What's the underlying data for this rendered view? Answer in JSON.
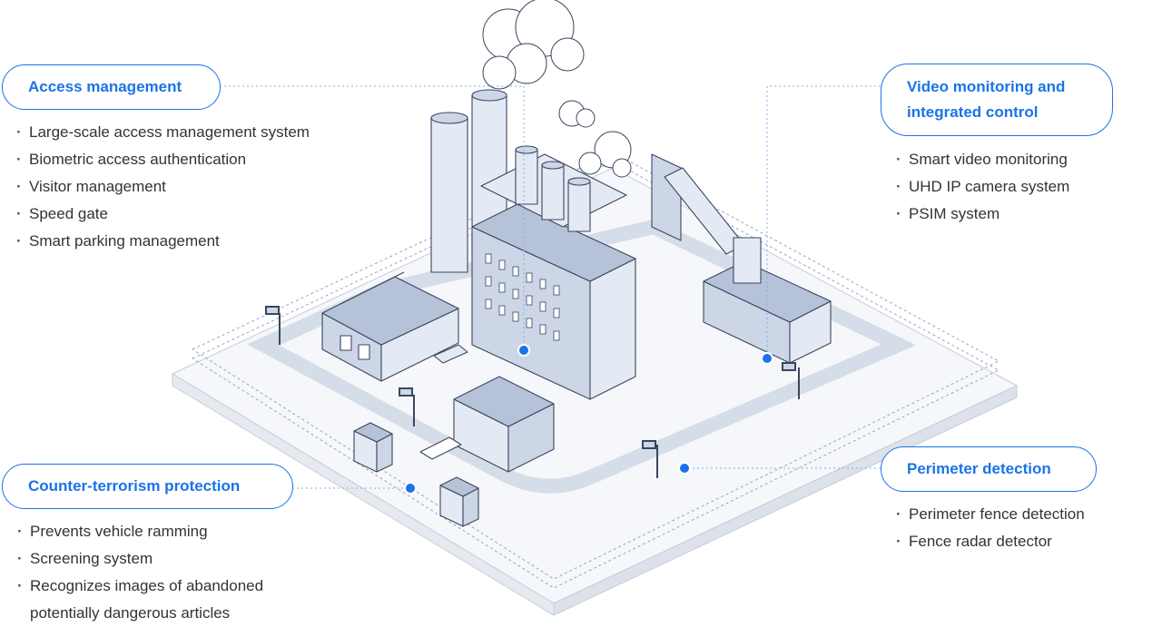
{
  "callouts": {
    "access": {
      "title": "Access management",
      "items": [
        "Large-scale access management system",
        "Biometric access authentication",
        "Visitor management",
        "Speed gate",
        "Smart parking management"
      ]
    },
    "video": {
      "title": "Video monitoring and\nintegrated control",
      "items": [
        "Smart video monitoring",
        "UHD IP camera system",
        "PSIM system"
      ]
    },
    "counter": {
      "title": "Counter-terrorism protection",
      "items": [
        "Prevents vehicle ramming",
        "Screening system",
        "Recognizes images of abandoned\npotentially dangerous articles"
      ]
    },
    "perimeter": {
      "title": "Perimeter detection",
      "items": [
        "Perimeter fence detection",
        "Fence radar detector"
      ]
    }
  },
  "colors": {
    "accent": "#1a73e8",
    "building_fill": "#dfe6f2",
    "building_stroke": "#3a4660"
  },
  "icons": [
    "factory-illustration",
    "marker-dot-icon",
    "cctv-camera-icon",
    "guard-booth-icon",
    "truck-icon",
    "cloud-smoke-icon"
  ]
}
